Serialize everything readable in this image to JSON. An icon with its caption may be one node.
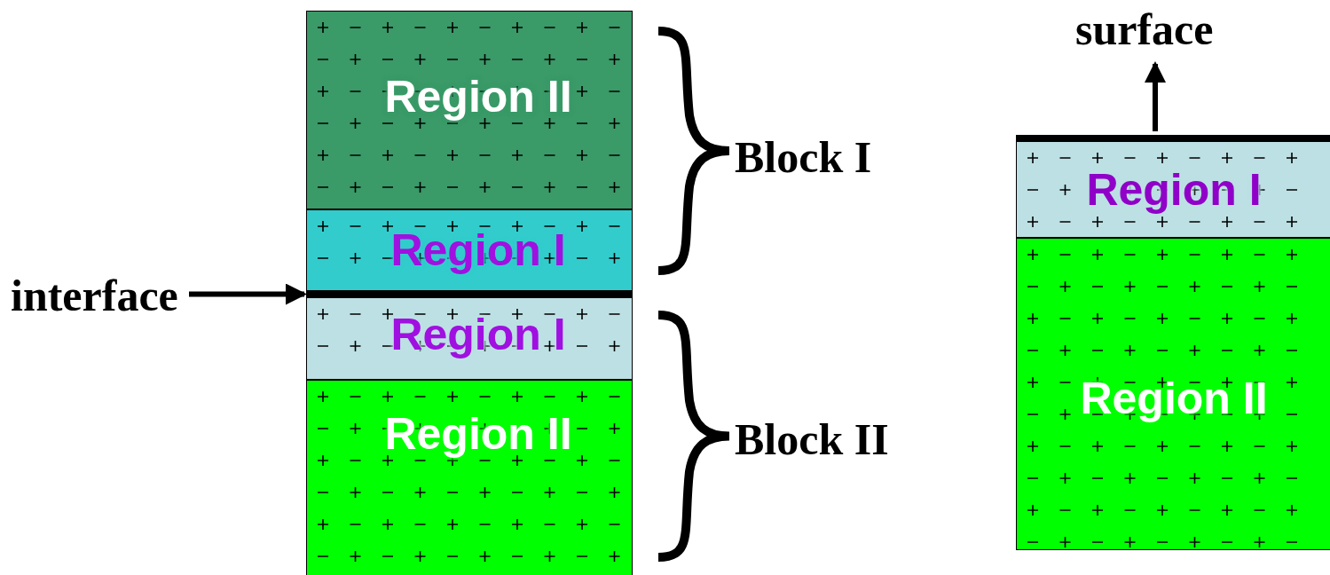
{
  "diagram": {
    "nodes": [
      {
        "text": [
          "Region II"
        ]
      },
      {
        "text": [
          "Region I"
        ]
      },
      {
        "text": [],
        "shape": "bar"
      },
      {
        "text": [
          "Region I"
        ]
      },
      {
        "text": [
          "Region II"
        ]
      },
      {
        "text": [
          "interface"
        ]
      },
      {
        "text": [
          "surface"
        ]
      },
      {
        "text": [],
        "shape": "bar"
      },
      {
        "text": [
          "Region I"
        ]
      },
      {
        "text": [
          "Region II"
        ]
      }
    ],
    "edges": [
      {
        "from": 5,
        "to": 2,
        "arrow": "to"
      },
      {
        "from": 7,
        "to": 6,
        "arrow": "to"
      }
    ],
    "labels": [
      "Block I",
      "Block II"
    ]
  }
}
